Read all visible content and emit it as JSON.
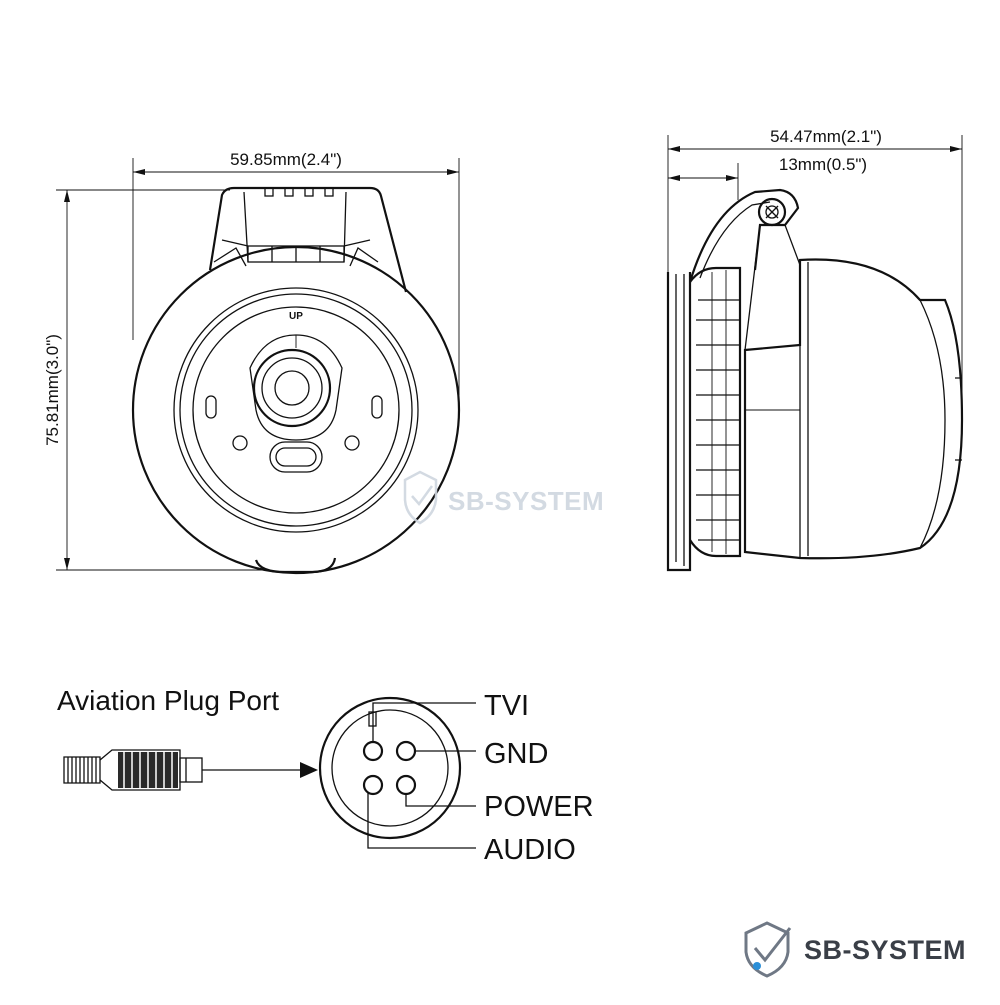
{
  "front_view": {
    "width_dimension": "59.85mm(2.4\")",
    "height_dimension": "75.81mm(3.0\")",
    "up_marker": "UP"
  },
  "side_view": {
    "depth_dimension": "54.47mm(2.1\")",
    "base_dimension": "13mm(0.5\")"
  },
  "aviation_plug": {
    "title": "Aviation Plug Port",
    "pins": [
      "TVI",
      "GND",
      "POWER",
      "AUDIO"
    ]
  },
  "watermark": {
    "text": "SB-SYSTEM"
  },
  "brand": {
    "logo_text": "SB-SYSTEM",
    "accent_color": "#2b8fd8"
  }
}
